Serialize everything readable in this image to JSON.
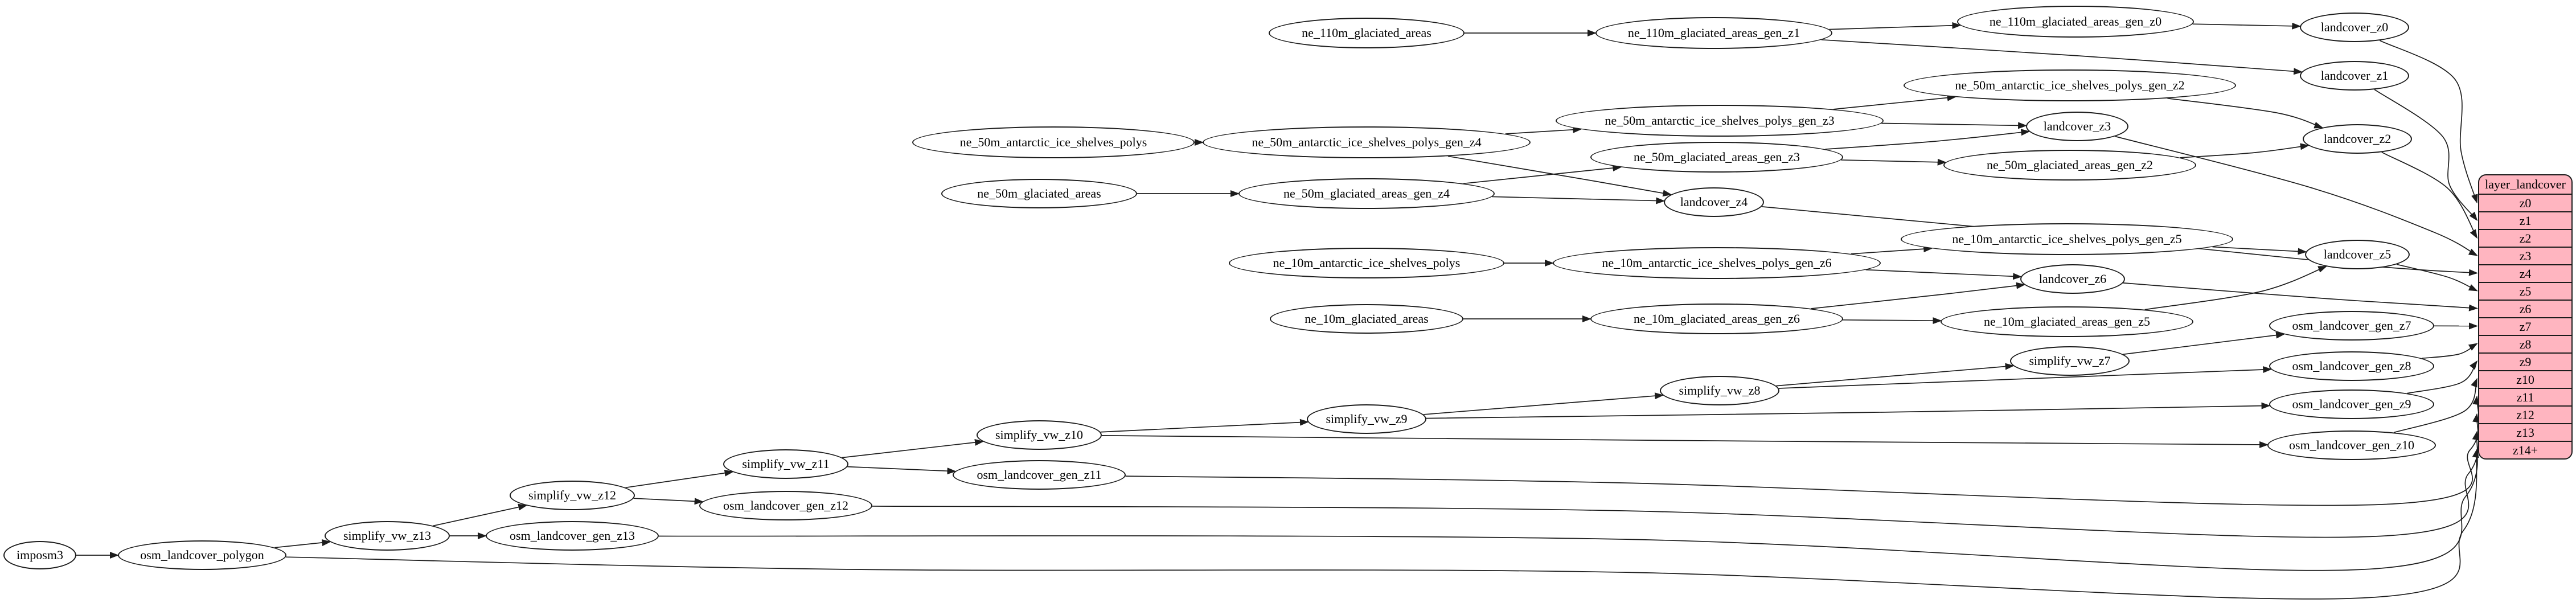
{
  "diagram": {
    "kind": "graphviz-dependency-diagram",
    "nodes": [
      {
        "id": "imposm3",
        "label": "imposm3"
      },
      {
        "id": "osm_landcover_polygon",
        "label": "osm_landcover_polygon"
      },
      {
        "id": "simplify_vw_z13",
        "label": "simplify_vw_z13"
      },
      {
        "id": "osm_landcover_gen_z13",
        "label": "osm_landcover_gen_z13"
      },
      {
        "id": "simplify_vw_z12",
        "label": "simplify_vw_z12"
      },
      {
        "id": "osm_landcover_gen_z12",
        "label": "osm_landcover_gen_z12"
      },
      {
        "id": "simplify_vw_z11",
        "label": "simplify_vw_z11"
      },
      {
        "id": "osm_landcover_gen_z11",
        "label": "osm_landcover_gen_z11"
      },
      {
        "id": "simplify_vw_z10",
        "label": "simplify_vw_z10"
      },
      {
        "id": "osm_landcover_gen_z10",
        "label": "osm_landcover_gen_z10"
      },
      {
        "id": "simplify_vw_z9",
        "label": "simplify_vw_z9"
      },
      {
        "id": "osm_landcover_gen_z9",
        "label": "osm_landcover_gen_z9"
      },
      {
        "id": "simplify_vw_z8",
        "label": "simplify_vw_z8"
      },
      {
        "id": "osm_landcover_gen_z8",
        "label": "osm_landcover_gen_z8"
      },
      {
        "id": "simplify_vw_z7",
        "label": "simplify_vw_z7"
      },
      {
        "id": "osm_landcover_gen_z7",
        "label": "osm_landcover_gen_z7"
      },
      {
        "id": "ne_110m_glaciated_areas",
        "label": "ne_110m_glaciated_areas"
      },
      {
        "id": "ne_110m_glaciated_areas_gen_z1",
        "label": "ne_110m_glaciated_areas_gen_z1"
      },
      {
        "id": "ne_110m_glaciated_areas_gen_z0",
        "label": "ne_110m_glaciated_areas_gen_z0"
      },
      {
        "id": "landcover_z0",
        "label": "landcover_z0"
      },
      {
        "id": "landcover_z1",
        "label": "landcover_z1"
      },
      {
        "id": "ne_50m_antarctic_ice_shelves_polys",
        "label": "ne_50m_antarctic_ice_shelves_polys"
      },
      {
        "id": "ne_50m_antarctic_ice_shelves_polys_gen_z4",
        "label": "ne_50m_antarctic_ice_shelves_polys_gen_z4"
      },
      {
        "id": "ne_50m_antarctic_ice_shelves_polys_gen_z3",
        "label": "ne_50m_antarctic_ice_shelves_polys_gen_z3"
      },
      {
        "id": "ne_50m_antarctic_ice_shelves_polys_gen_z2",
        "label": "ne_50m_antarctic_ice_shelves_polys_gen_z2"
      },
      {
        "id": "landcover_z2",
        "label": "landcover_z2"
      },
      {
        "id": "landcover_z3",
        "label": "landcover_z3"
      },
      {
        "id": "landcover_z4",
        "label": "landcover_z4"
      },
      {
        "id": "ne_50m_glaciated_areas",
        "label": "ne_50m_glaciated_areas"
      },
      {
        "id": "ne_50m_glaciated_areas_gen_z4",
        "label": "ne_50m_glaciated_areas_gen_z4"
      },
      {
        "id": "ne_50m_glaciated_areas_gen_z3",
        "label": "ne_50m_glaciated_areas_gen_z3"
      },
      {
        "id": "ne_50m_glaciated_areas_gen_z2",
        "label": "ne_50m_glaciated_areas_gen_z2"
      },
      {
        "id": "ne_10m_antarctic_ice_shelves_polys",
        "label": "ne_10m_antarctic_ice_shelves_polys"
      },
      {
        "id": "ne_10m_antarctic_ice_shelves_polys_gen_z6",
        "label": "ne_10m_antarctic_ice_shelves_polys_gen_z6"
      },
      {
        "id": "ne_10m_antarctic_ice_shelves_polys_gen_z5",
        "label": "ne_10m_antarctic_ice_shelves_polys_gen_z5"
      },
      {
        "id": "landcover_z5",
        "label": "landcover_z5"
      },
      {
        "id": "landcover_z6",
        "label": "landcover_z6"
      },
      {
        "id": "ne_10m_glaciated_areas",
        "label": "ne_10m_glaciated_areas"
      },
      {
        "id": "ne_10m_glaciated_areas_gen_z6",
        "label": "ne_10m_glaciated_areas_gen_z6"
      },
      {
        "id": "ne_10m_glaciated_areas_gen_z5",
        "label": "ne_10m_glaciated_areas_gen_z5"
      }
    ],
    "table": {
      "title": "layer_landcover",
      "rows": [
        "z0",
        "z1",
        "z2",
        "z3",
        "z4",
        "z5",
        "z6",
        "z7",
        "z8",
        "z9",
        "z10",
        "z11",
        "z12",
        "z13",
        "z14+"
      ]
    },
    "edges": [
      {
        "from": "imposm3",
        "to": "osm_landcover_polygon"
      },
      {
        "from": "osm_landcover_polygon",
        "to": "simplify_vw_z13"
      },
      {
        "from": "osm_landcover_polygon",
        "to": "row:z14+"
      },
      {
        "from": "simplify_vw_z13",
        "to": "simplify_vw_z12"
      },
      {
        "from": "simplify_vw_z13",
        "to": "osm_landcover_gen_z13"
      },
      {
        "from": "osm_landcover_gen_z13",
        "to": "row:z13"
      },
      {
        "from": "simplify_vw_z12",
        "to": "simplify_vw_z11"
      },
      {
        "from": "simplify_vw_z12",
        "to": "osm_landcover_gen_z12"
      },
      {
        "from": "osm_landcover_gen_z12",
        "to": "row:z12"
      },
      {
        "from": "simplify_vw_z11",
        "to": "simplify_vw_z10"
      },
      {
        "from": "simplify_vw_z11",
        "to": "osm_landcover_gen_z11"
      },
      {
        "from": "osm_landcover_gen_z11",
        "to": "row:z11"
      },
      {
        "from": "simplify_vw_z10",
        "to": "simplify_vw_z9"
      },
      {
        "from": "simplify_vw_z10",
        "to": "osm_landcover_gen_z10"
      },
      {
        "from": "osm_landcover_gen_z10",
        "to": "row:z10"
      },
      {
        "from": "simplify_vw_z9",
        "to": "simplify_vw_z8"
      },
      {
        "from": "simplify_vw_z9",
        "to": "osm_landcover_gen_z9"
      },
      {
        "from": "osm_landcover_gen_z9",
        "to": "row:z9"
      },
      {
        "from": "simplify_vw_z8",
        "to": "simplify_vw_z7"
      },
      {
        "from": "simplify_vw_z8",
        "to": "osm_landcover_gen_z8"
      },
      {
        "from": "osm_landcover_gen_z8",
        "to": "row:z8"
      },
      {
        "from": "simplify_vw_z7",
        "to": "osm_landcover_gen_z7"
      },
      {
        "from": "osm_landcover_gen_z7",
        "to": "row:z7"
      },
      {
        "from": "ne_110m_glaciated_areas",
        "to": "ne_110m_glaciated_areas_gen_z1"
      },
      {
        "from": "ne_110m_glaciated_areas_gen_z1",
        "to": "ne_110m_glaciated_areas_gen_z0"
      },
      {
        "from": "ne_110m_glaciated_areas_gen_z1",
        "to": "landcover_z1"
      },
      {
        "from": "ne_110m_glaciated_areas_gen_z0",
        "to": "landcover_z0"
      },
      {
        "from": "landcover_z0",
        "to": "row:z0"
      },
      {
        "from": "landcover_z1",
        "to": "row:z1"
      },
      {
        "from": "ne_50m_antarctic_ice_shelves_polys",
        "to": "ne_50m_antarctic_ice_shelves_polys_gen_z4"
      },
      {
        "from": "ne_50m_antarctic_ice_shelves_polys_gen_z4",
        "to": "ne_50m_antarctic_ice_shelves_polys_gen_z3"
      },
      {
        "from": "ne_50m_antarctic_ice_shelves_polys_gen_z4",
        "to": "landcover_z4"
      },
      {
        "from": "ne_50m_antarctic_ice_shelves_polys_gen_z3",
        "to": "ne_50m_antarctic_ice_shelves_polys_gen_z2"
      },
      {
        "from": "ne_50m_antarctic_ice_shelves_polys_gen_z3",
        "to": "landcover_z3"
      },
      {
        "from": "ne_50m_antarctic_ice_shelves_polys_gen_z2",
        "to": "landcover_z2"
      },
      {
        "from": "ne_50m_glaciated_areas",
        "to": "ne_50m_glaciated_areas_gen_z4"
      },
      {
        "from": "ne_50m_glaciated_areas_gen_z4",
        "to": "ne_50m_glaciated_areas_gen_z3"
      },
      {
        "from": "ne_50m_glaciated_areas_gen_z4",
        "to": "landcover_z4"
      },
      {
        "from": "ne_50m_glaciated_areas_gen_z3",
        "to": "ne_50m_glaciated_areas_gen_z2"
      },
      {
        "from": "ne_50m_glaciated_areas_gen_z3",
        "to": "landcover_z3"
      },
      {
        "from": "ne_50m_glaciated_areas_gen_z2",
        "to": "landcover_z2"
      },
      {
        "from": "landcover_z2",
        "to": "row:z2"
      },
      {
        "from": "landcover_z3",
        "to": "row:z3"
      },
      {
        "from": "landcover_z4",
        "to": "row:z4"
      },
      {
        "from": "ne_10m_antarctic_ice_shelves_polys",
        "to": "ne_10m_antarctic_ice_shelves_polys_gen_z6"
      },
      {
        "from": "ne_10m_antarctic_ice_shelves_polys_gen_z6",
        "to": "ne_10m_antarctic_ice_shelves_polys_gen_z5"
      },
      {
        "from": "ne_10m_antarctic_ice_shelves_polys_gen_z6",
        "to": "landcover_z6"
      },
      {
        "from": "ne_10m_antarctic_ice_shelves_polys_gen_z5",
        "to": "landcover_z5"
      },
      {
        "from": "ne_10m_glaciated_areas",
        "to": "ne_10m_glaciated_areas_gen_z6"
      },
      {
        "from": "ne_10m_glaciated_areas_gen_z6",
        "to": "ne_10m_glaciated_areas_gen_z5"
      },
      {
        "from": "ne_10m_glaciated_areas_gen_z6",
        "to": "landcover_z6"
      },
      {
        "from": "ne_10m_glaciated_areas_gen_z5",
        "to": "landcover_z5"
      },
      {
        "from": "landcover_z5",
        "to": "row:z5"
      },
      {
        "from": "landcover_z6",
        "to": "row:z6"
      }
    ],
    "colors": {
      "background": "#ffffff",
      "node_fill": "#ffffff",
      "node_border": "#1c1c1c",
      "edge": "#1c1c1c",
      "table_fill": "#ffb5c0",
      "table_border": "#1c1c1c",
      "text": "#000000"
    }
  }
}
